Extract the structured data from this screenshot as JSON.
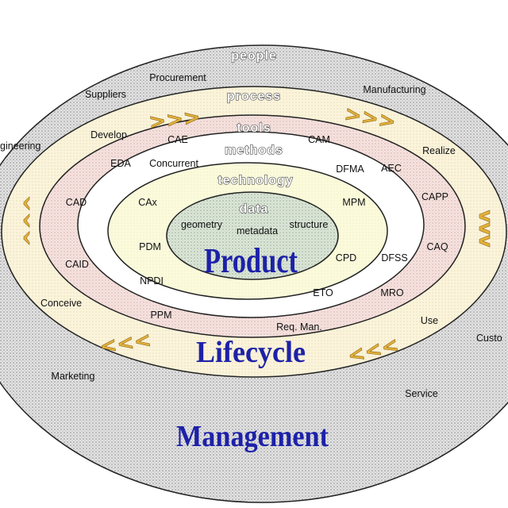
{
  "rings": {
    "people": "people",
    "process": "process",
    "tools": "tools",
    "methods": "methods",
    "technology": "technology",
    "data": "data"
  },
  "titles": {
    "product": "Product",
    "lifecycle": "Lifecycle",
    "management": "Management"
  },
  "labels": {
    "procurement": "Procurement",
    "suppliers": "Suppliers",
    "manufacturing": "Manufacturing",
    "engineering": "gineering",
    "develop": "Develop",
    "realize": "Realize",
    "cae": "CAE",
    "cam": "CAM",
    "eda": "EDA",
    "concurrent": "Concurrent",
    "dfma": "DFMA",
    "aec": "AEC",
    "cad": "CAD",
    "capp": "CAPP",
    "cax": "CAx",
    "mpm": "MPM",
    "geometry": "geometry",
    "metadata": "metadata",
    "structure": "structure",
    "pdm": "PDM",
    "caq": "CAQ",
    "caid": "CAID",
    "cpd": "CPD",
    "dfss": "DFSS",
    "npdi": "NPDI",
    "eto": "ETO",
    "mro": "MRO",
    "conceive": "Conceive",
    "ppm": "PPM",
    "req_man": "Req. Man.",
    "use": "Use",
    "custo": "Custo",
    "marketing": "Marketing",
    "service": "Service"
  },
  "arrows": {
    "top_left": ">>>",
    "top_right": ">>>",
    "left": "^^^",
    "right": "vvv",
    "bottom_left": "<<<",
    "bottom_right": "<<<"
  },
  "colors": {
    "title_blue": "#1d21a8",
    "arrow_gold": "#e4b23a"
  }
}
